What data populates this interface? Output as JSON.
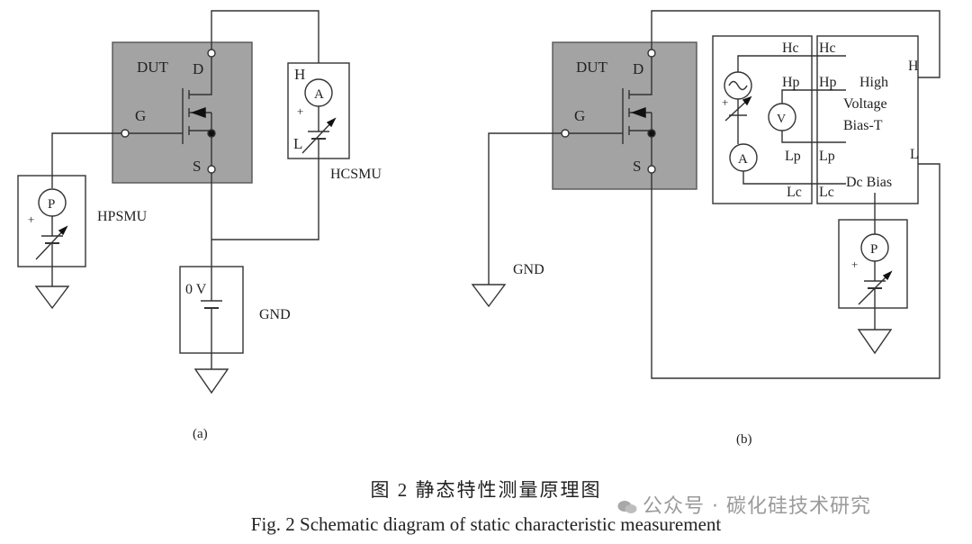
{
  "diagram_a": {
    "dut": "DUT",
    "d": "D",
    "g": "G",
    "s": "S",
    "h": "H",
    "l": "L",
    "ammeter": "A",
    "hcsmu": "HCSMU",
    "hpsmu": "HPSMU",
    "power": "P",
    "plus": "+",
    "zero_v": "0 V",
    "gnd": "GND",
    "label": "(a)"
  },
  "diagram_b": {
    "dut": "DUT",
    "d": "D",
    "g": "G",
    "s": "S",
    "hc_left": "Hc",
    "hc_right": "Hc",
    "hp_left": "Hp",
    "hp_right": "Hp",
    "lp_left": "Lp",
    "lp_right": "Lp",
    "lc_left": "Lc",
    "lc_right": "Lc",
    "high": "High",
    "voltage": "Voltage",
    "bias_t": "Bias-T",
    "h": "H",
    "l": "L",
    "dc_bias": "Dc Bias",
    "voltmeter": "V",
    "ammeter": "A",
    "power": "P",
    "plus": "+",
    "gnd": "GND",
    "label": "(b)"
  },
  "caption_cn": "图 2   静态特性测量原理图",
  "caption_en": "Fig. 2   Schematic diagram of static characteristic measurement",
  "watermark": "公众号 · 碳化硅技术研究"
}
